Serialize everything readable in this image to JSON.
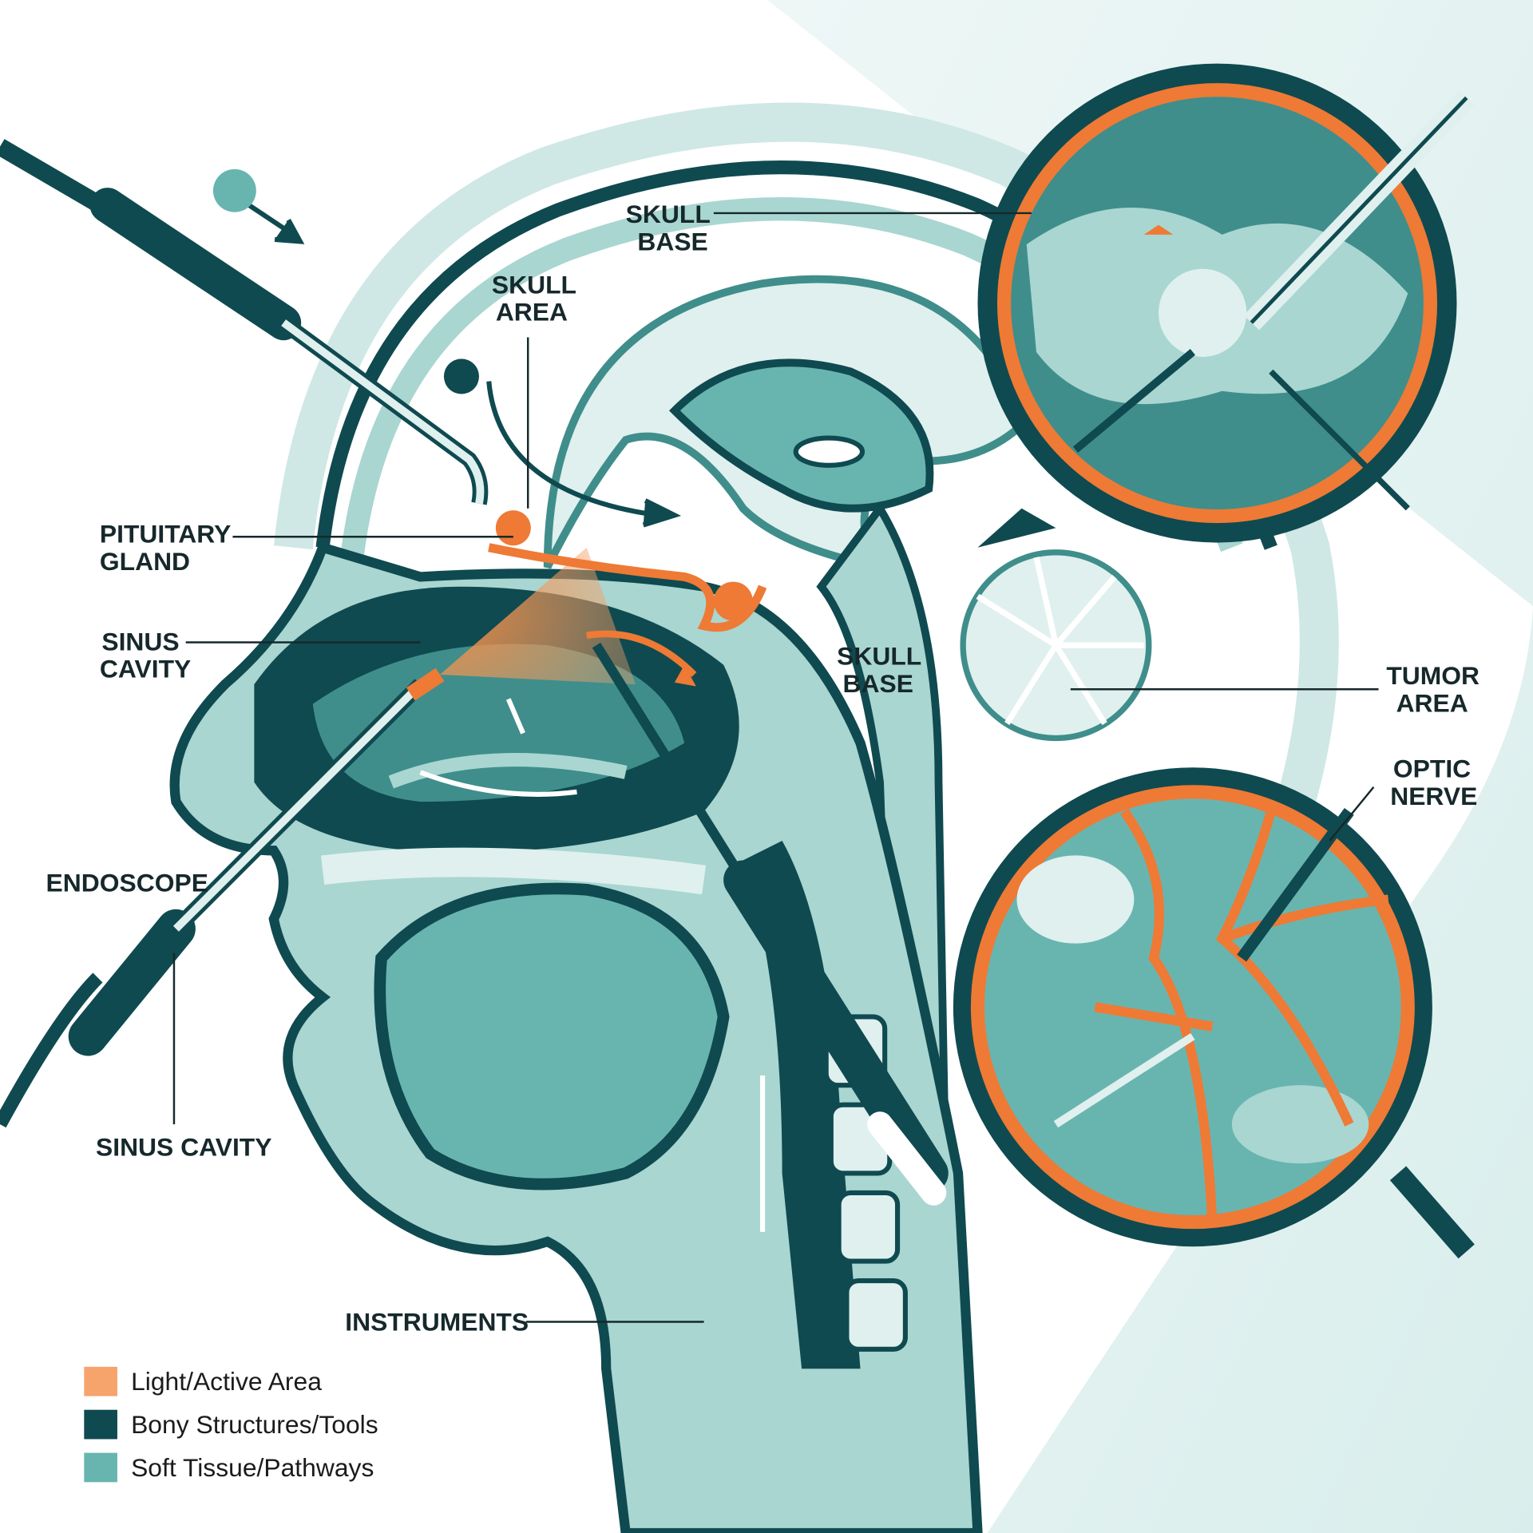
{
  "title": "Endoscopic endonasal skull base surgery diagram",
  "labels": {
    "skull_base_top": [
      "SKULL",
      "BASE"
    ],
    "skull_area": [
      "SKULL",
      "AREA"
    ],
    "pituitary_gland": [
      "PITUITARY",
      "GLAND"
    ],
    "sinus_cavity_upper": [
      "SINUS",
      "CAVITY"
    ],
    "skull_base_mid": [
      "SKULL",
      "BASE"
    ],
    "tumor_area": [
      "TUMOR",
      "AREA"
    ],
    "optic_nerve": [
      "OPTIC",
      "NERVE"
    ],
    "endoscope": "ENDOSCOPE",
    "sinus_cavity_lower": "SINUS CAVITY",
    "instruments": "INSTRUMENTS"
  },
  "legend": [
    {
      "label": "Light/Active Area",
      "color": "#f6a36c"
    },
    {
      "label": "Bony Structures/Tools",
      "color": "#0f4a50"
    },
    {
      "label": "Soft Tissue/Pathways",
      "color": "#68b5b0"
    }
  ],
  "colors": {
    "orange": "#ee7a35",
    "dark": "#0f4a50",
    "mid": "#3f8e8b",
    "light": "#a9d6d1",
    "pale": "#dff0ee"
  }
}
